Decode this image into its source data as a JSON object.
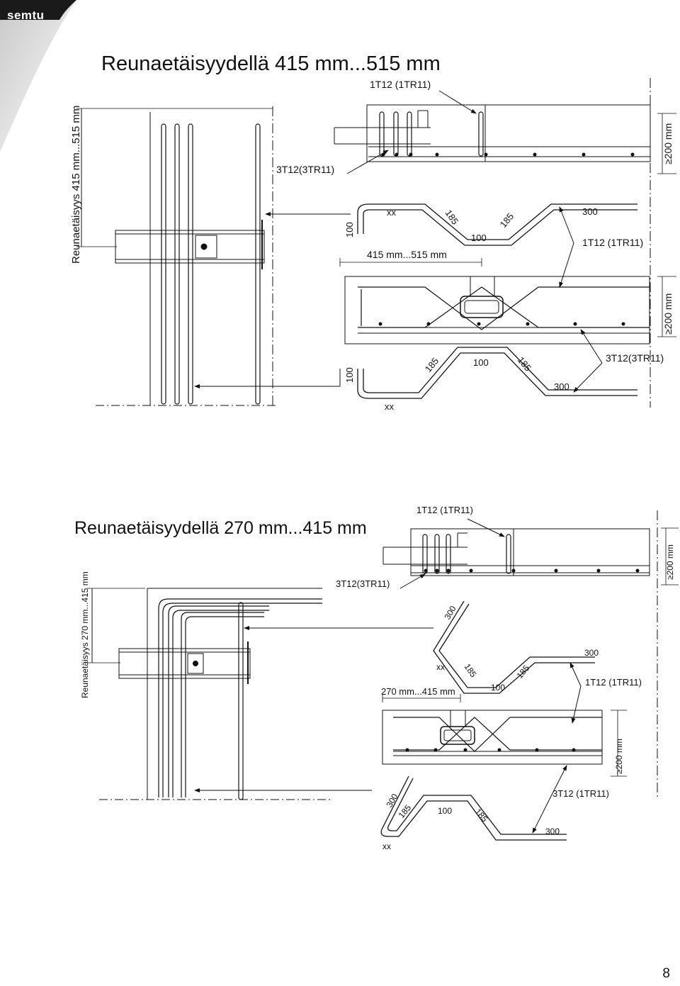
{
  "brand": {
    "name": "semtu"
  },
  "page_number": "8",
  "section1": {
    "title": "Reunaetäisyydellä 415 mm...515 mm",
    "side_label": "Reunaetäisyys 415 mm...515 mm",
    "top_bar_label": "1T12 (1TR11)",
    "left_bar_label": "3T12(3TR11)",
    "right_dim": "≥200 mm",
    "right_dim_2": "≥200 mm",
    "bent_top": {
      "xx": "xx",
      "h": "100",
      "d1": "185",
      "mid": "100",
      "d2": "185",
      "end": "300",
      "label": "1T12 (1TR11)"
    },
    "range_label": "415 mm...515 mm",
    "bent_bottom": {
      "h": "100",
      "d1": "185",
      "mid": "100",
      "d2": "185",
      "end": "300",
      "label": "3T12(3TR11)",
      "xx": "xx"
    }
  },
  "section2": {
    "title": "Reunaetäisyydellä 270 mm...415 mm",
    "side_label": "Reunaetäisyys 270 mm...415 mm",
    "top_bar_label": "1T12 (1TR11)",
    "left_bar_label": "3T12(3TR11)",
    "right_dim": "≥200 mm",
    "right_dim_2": "≥200 mm",
    "bent_top": {
      "rise": "300",
      "xx": "xx",
      "d1": "185",
      "mid": "100",
      "d2": "185",
      "end": "300",
      "label": "1T12 (1TR11)"
    },
    "range_label": "270 mm...415 mm",
    "bent_bottom": {
      "rise": "300",
      "d1": "185",
      "mid": "100",
      "d2": "185",
      "end": "300",
      "label": "3T12 (1TR11)",
      "xx": "xx"
    }
  }
}
